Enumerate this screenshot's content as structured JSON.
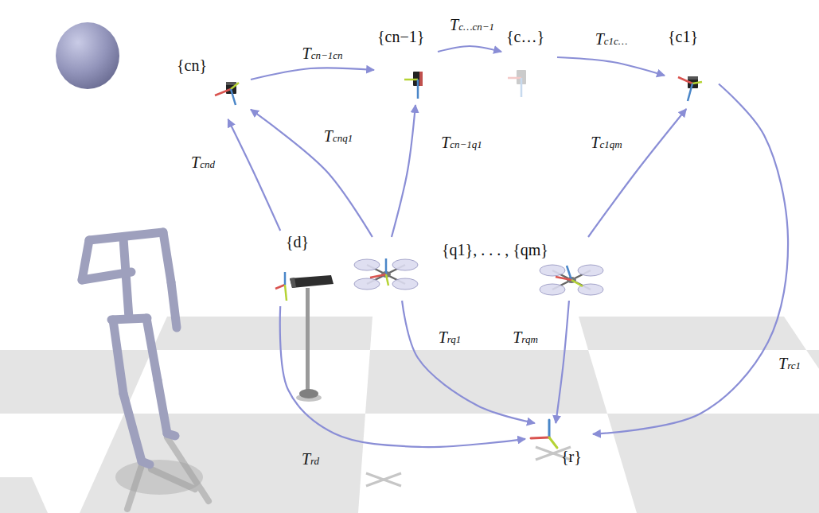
{
  "diagram": {
    "nodes": [
      {
        "text": [
          "{cn}"
        ]
      },
      {
        "text": [
          "{cn−1}"
        ]
      },
      {
        "text": [
          "{c…}"
        ]
      },
      {
        "text": [
          "{c1}"
        ]
      },
      {
        "text": [
          "{d}"
        ]
      },
      {
        "text": [
          "{q1}, . . . , {qm}"
        ]
      },
      {
        "text": [
          "{r}"
        ]
      }
    ],
    "edges": [
      {
        "from": 0,
        "to": 1,
        "label": "Tcn−1cn",
        "arrow": "to"
      },
      {
        "from": 1,
        "to": 2,
        "label": "Tc…cn−1",
        "arrow": "to"
      },
      {
        "from": 2,
        "to": 3,
        "label": "Tc1c…",
        "arrow": "to"
      },
      {
        "from": 5,
        "to": 0,
        "label": "Tcnq1",
        "arrow": "to"
      },
      {
        "from": 5,
        "to": 1,
        "label": "Tcn−1q1",
        "arrow": "to"
      },
      {
        "from": 5,
        "to": 3,
        "label": "Tc1qm",
        "arrow": "to"
      },
      {
        "from": 4,
        "to": 0,
        "label": "Tcnd",
        "arrow": "to"
      },
      {
        "from": 3,
        "to": 6,
        "label": "Trc1",
        "arrow": "to"
      },
      {
        "from": 5,
        "to": 6,
        "label": "Trq1",
        "arrow": "to"
      },
      {
        "from": 5,
        "to": 6,
        "label": "Trqm",
        "arrow": "to"
      },
      {
        "from": 4,
        "to": 6,
        "label": "Trd",
        "arrow": "to"
      }
    ]
  }
}
